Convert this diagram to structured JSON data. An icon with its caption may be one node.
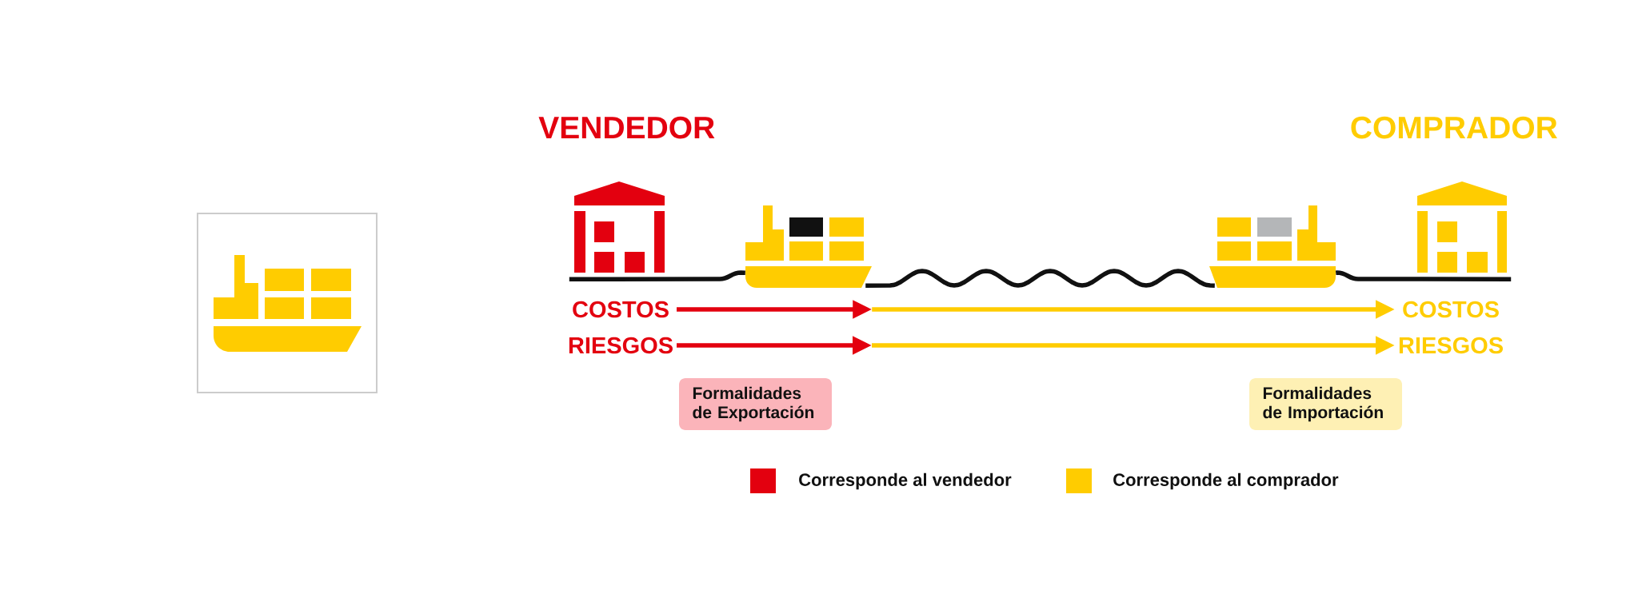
{
  "diagram": {
    "nodes": [
      {
        "text": [],
        "shape": "picture"
      },
      {
        "text": [],
        "shape": "picture"
      },
      {
        "text": [],
        "shape": "picture"
      },
      {
        "text": [],
        "shape": "picture"
      },
      {
        "text": [
          "COSTOS"
        ]
      },
      {
        "text": [
          "COSTOS"
        ]
      },
      {
        "text": [
          "RIESGOS"
        ]
      },
      {
        "text": [
          "RIESGOS"
        ]
      },
      {
        "text": [
          "Formalidades de Exportación"
        ]
      },
      {
        "text": [
          "Formalidades de Importación"
        ]
      }
    ],
    "edges": [
      {
        "from": 0,
        "to": 1,
        "arrow": "none"
      },
      {
        "from": 1,
        "to": 2,
        "arrow": "none"
      },
      {
        "from": 2,
        "to": 3,
        "arrow": "none"
      },
      {
        "from": 4,
        "to": 1,
        "arrow": "to",
        "color": "#e3000f"
      },
      {
        "from": 1,
        "to": 5,
        "arrow": "to",
        "color": "#ffcc00"
      },
      {
        "from": 6,
        "to": null,
        "arrow": "to",
        "color": "#e3000f"
      },
      {
        "from": null,
        "to": 7,
        "arrow": "to",
        "color": "#ffcc00"
      }
    ],
    "labels": [
      "VENDEDOR",
      "COMPRADOR"
    ],
    "legend": [
      {
        "text": "Corresponde al vendedor",
        "color": "#e3000f"
      },
      {
        "text": "Corresponde al comprador",
        "color": "#ffcc00"
      }
    ]
  }
}
